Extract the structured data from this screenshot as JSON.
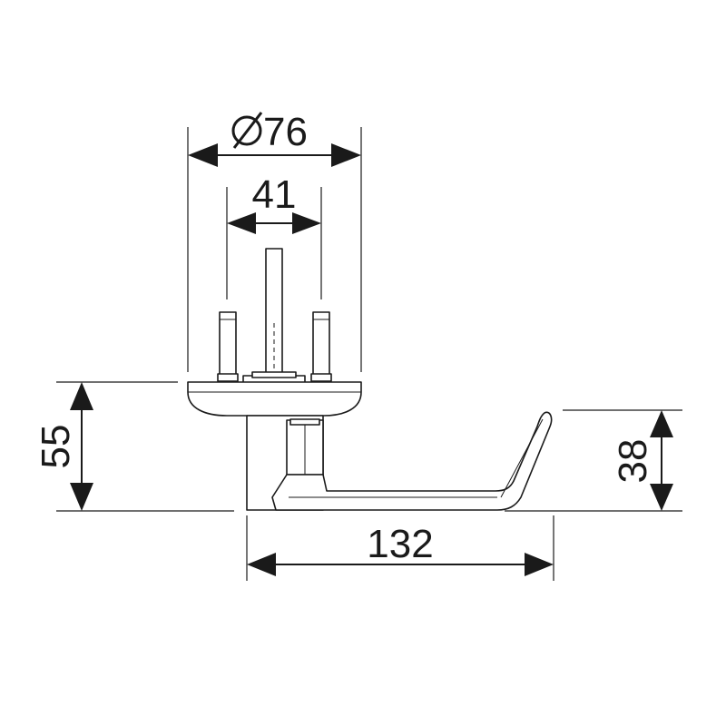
{
  "dimensions": {
    "diameter_symbol": "Ø",
    "diameter_value": "76",
    "pin_spacing": "41",
    "rose_height": "55",
    "handle_height": "38",
    "handle_length": "132"
  },
  "colors": {
    "line": "#1a1a1a",
    "background": "#ffffff"
  }
}
